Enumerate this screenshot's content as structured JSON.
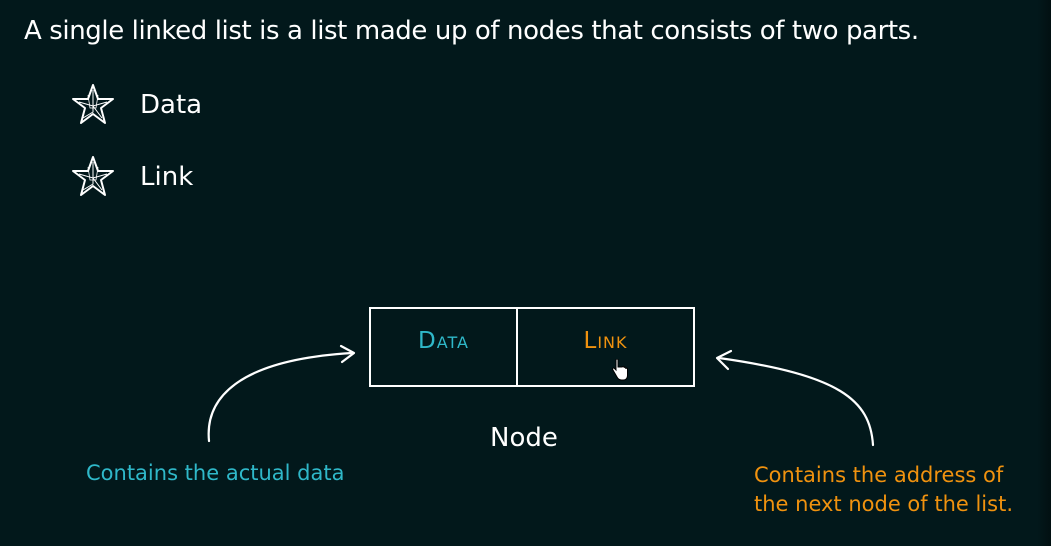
{
  "headline": "A single linked list is a list made up of nodes that consists of two parts.",
  "bullets": [
    {
      "icon": "star-icon",
      "label": "Data"
    },
    {
      "icon": "star-icon",
      "label": "Link"
    }
  ],
  "node": {
    "data_label": "Data",
    "link_label": "Link",
    "caption": "Node"
  },
  "annotations": {
    "data_note": "Contains the actual data",
    "link_note_line1": "Contains the address of",
    "link_note_line2": "the next node of the list."
  },
  "colors": {
    "background": "#02181b",
    "data_accent": "#2fb8c9",
    "link_accent": "#f0920f",
    "foreground": "#ffffff"
  }
}
